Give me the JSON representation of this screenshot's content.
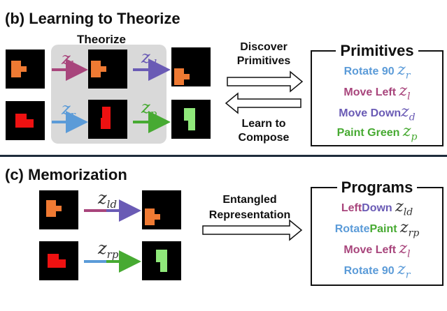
{
  "colors": {
    "orange": "#ef7a33",
    "red": "#ee1111",
    "green_fill": "#8fe87a",
    "purple_pink": "#a8457c",
    "indigo": "#6a5bb5",
    "blue": "#5b9bd8",
    "green": "#47aa32",
    "theorize_bg": "#d9d9d9",
    "divider": "#1e2c3c"
  },
  "section_b": {
    "title": "(b) Learning to Theorize",
    "theorize_label": "Theorize",
    "arrow_labels": {
      "top": "z",
      "top_sub": "l",
      "top2": "z",
      "top2_sub": "d",
      "bottom": "z",
      "bottom_sub": "r",
      "bottom2": "z",
      "bottom2_sub": "p"
    },
    "discover": [
      "Discover",
      "Primitives"
    ],
    "learn": [
      "Learn to",
      "Compose"
    ],
    "primitives": {
      "title": "Primitives",
      "items": [
        {
          "text": "Rotate 90",
          "z": "z",
          "sub": "r",
          "color": "#5b9bd8"
        },
        {
          "text": "Move Left",
          "z": "z",
          "sub": "l",
          "color": "#a8457c"
        },
        {
          "text": "Move Down",
          "z": "z",
          "sub": "d",
          "color": "#6a5bb5"
        },
        {
          "text": "Paint Green",
          "z": "z",
          "sub": "p",
          "color": "#47aa32"
        }
      ]
    }
  },
  "section_c": {
    "title": "(c) Memorization",
    "arrow_labels": {
      "top": "z",
      "top_sub": "ld",
      "bottom": "z",
      "bottom_sub": "rp"
    },
    "entangled": [
      "Entangled",
      "Representation"
    ],
    "programs": {
      "title": "Programs",
      "items": [
        {
          "part1": "Left",
          "c1": "#a8457c",
          "part2": "Down",
          "c2": "#6a5bb5",
          "z": "z",
          "sub": "ld"
        },
        {
          "part1": "Rotate",
          "c1": "#5b9bd8",
          "part2": "Paint",
          "c2": "#47aa32",
          "z": "z",
          "sub": "rp"
        },
        {
          "part1": "Move Left",
          "c1": "#a8457c",
          "part2": "",
          "c2": "#a8457c",
          "z": "z",
          "sub": "l"
        },
        {
          "part1": "Rotate 90",
          "c1": "#5b9bd8",
          "part2": "",
          "c2": "#5b9bd8",
          "z": "z",
          "sub": "r"
        }
      ]
    }
  }
}
